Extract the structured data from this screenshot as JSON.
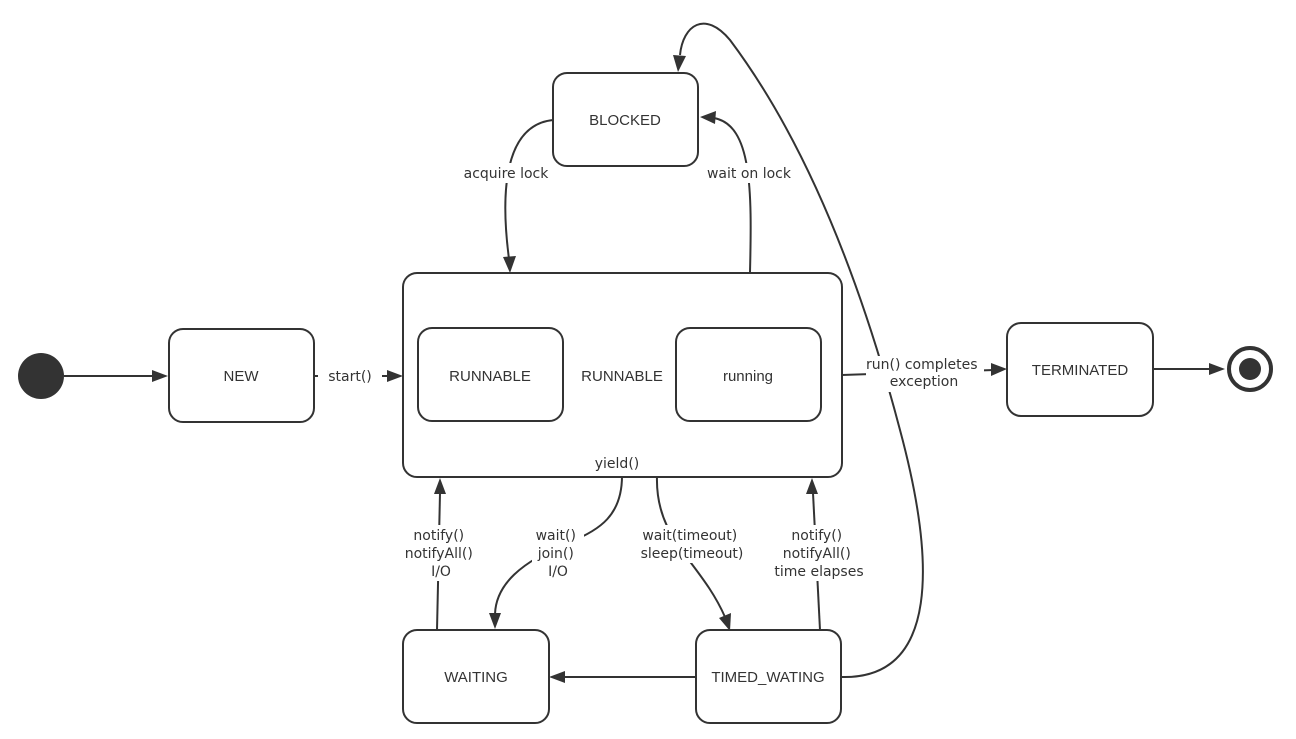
{
  "states": {
    "new": "NEW",
    "blocked": "BLOCKED",
    "runnable_composite": "RUNNABLE",
    "runnable_inner": "RUNNABLE",
    "running": "running",
    "terminated": "TERMINATED",
    "waiting": "WAITING",
    "timed_waiting": "TIMED_WATING"
  },
  "transitions": {
    "start": "start()",
    "acquire_lock": "acquire lock",
    "wait_on_lock": "wait on lock",
    "yield": "yield()",
    "run_completes": [
      "run() completes",
      "exception"
    ],
    "waiting_to_runnable": [
      "notify()",
      "notifyAll()",
      "I/O"
    ],
    "runnable_to_waiting": [
      "wait()",
      "join()",
      "I/O"
    ],
    "runnable_to_timed": [
      "wait(timeout)",
      "sleep(timeout)"
    ],
    "timed_to_runnable": [
      "notify()",
      "notifyAll()",
      "time elapses"
    ]
  },
  "colors": {
    "stroke": "#333333",
    "background": "#ffffff"
  }
}
